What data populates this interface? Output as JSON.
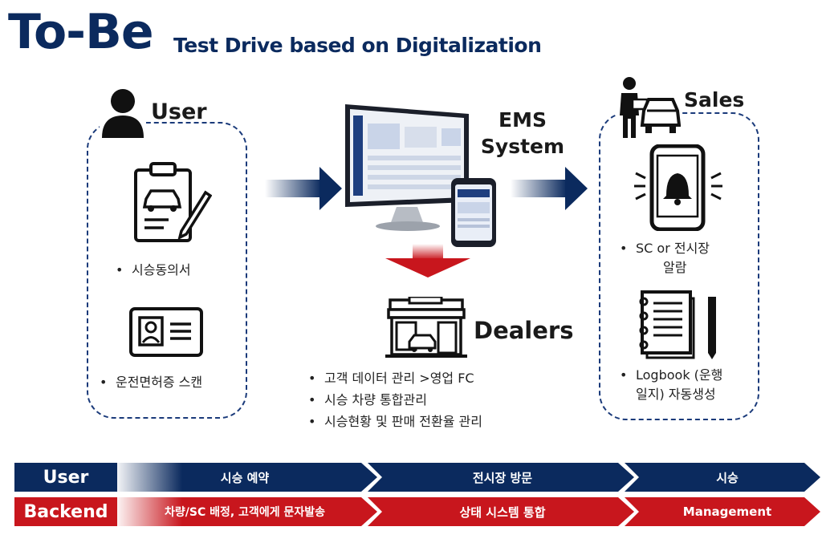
{
  "title": "To-Be",
  "subtitle": "Test Drive based on Digitalization",
  "user_panel": {
    "heading": "User",
    "items": [
      "시승동의서",
      "운전면허증 스캔"
    ]
  },
  "ems": {
    "label_line1": "EMS",
    "label_line2": "System"
  },
  "dealers": {
    "heading": "Dealers",
    "items": [
      "고객 데이터 관리 >영업 FC",
      "시승 차량 통합관리",
      "시승현황 및 판매 전환율 관리"
    ]
  },
  "sales_panel": {
    "heading": "Sales",
    "item1_line1": "SC or 전시장",
    "item1_line2": "알람",
    "item2_line1": "Logbook (운행",
    "item2_line2": "일지) 자동생성"
  },
  "timeline": {
    "user_label": "User",
    "backend_label": "Backend",
    "user_steps": [
      "시승 예약",
      "전시장 방문",
      "시승"
    ],
    "backend_steps": [
      "차량/SC 배정, 고객에게 문자발송",
      "상태 시스템 통합",
      "Management"
    ]
  },
  "colors": {
    "navy": "#0b2a5e",
    "red": "#c8161d"
  }
}
